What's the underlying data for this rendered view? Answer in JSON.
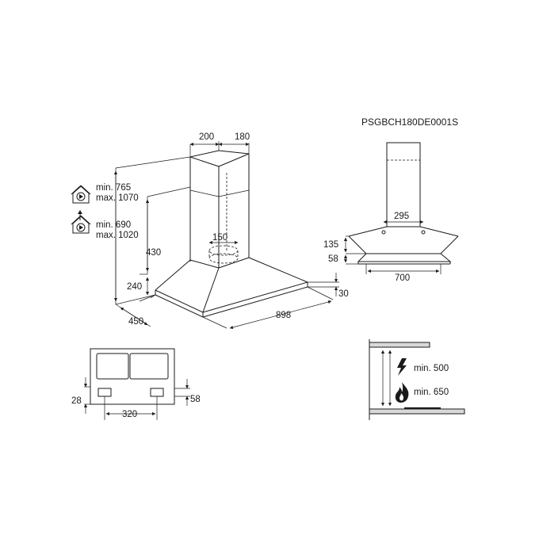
{
  "model_code": "PSGBCH180DE0001S",
  "main_view": {
    "chimney_width": "200",
    "chimney_depth": "180",
    "recirc_min": "min. 765",
    "recirc_max": "max. 1070",
    "extract_min": "min. 690",
    "extract_max": "max. 1020",
    "height_430": "430",
    "outlet_150": "150",
    "canopy_240": "240",
    "edge_30": "30",
    "depth_450": "450",
    "width_898": "898"
  },
  "front_view": {
    "chimney_295": "295",
    "canopy_135": "135",
    "filter_58": "58",
    "width_700": "700"
  },
  "bottom_view": {
    "left_28": "28",
    "right_58": "58",
    "spacing_320": "320"
  },
  "clearance": {
    "electric_min": "min. 500",
    "gas_min": "min. 650"
  },
  "icons": {
    "recirculation": "recirculation-mode-icon",
    "extraction": "extraction-mode-icon",
    "electric": "electric-hob-icon",
    "gas": "gas-flame-icon"
  }
}
